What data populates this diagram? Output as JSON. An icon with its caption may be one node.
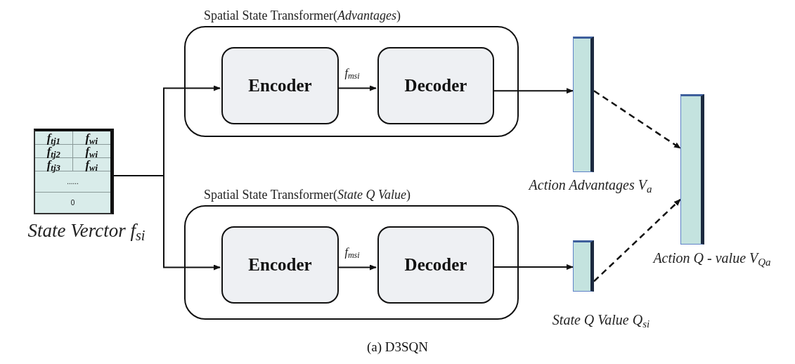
{
  "diagram": {
    "caption": "(a) D3SQN",
    "nodes": [
      {
        "text": [
          "f$_{tj1}$",
          "f$_{wi}$",
          "f$_{tj2}$",
          "f$_{wi}$",
          "f$_{tj3}$",
          "f$_{wi}$",
          "......",
          "0"
        ],
        "beside": [
          "State Verctor f$_{si}$"
        ]
      },
      {
        "text": [
          "Spatial State Transformer(*Advantages*)"
        ]
      },
      {
        "text": [
          "Encoder"
        ],
        "in": 1
      },
      {
        "text": [
          "Decoder"
        ],
        "in": 1
      },
      {
        "text": [
          "Spatial State Transformer(*State Q Value*)"
        ]
      },
      {
        "text": [
          "Encoder"
        ],
        "in": 4
      },
      {
        "text": [
          "Decoder"
        ],
        "in": 4
      },
      {
        "text": [],
        "shape": "bar",
        "beside": [
          "Action Advantages V$_{a}$"
        ]
      },
      {
        "text": [],
        "shape": "bar",
        "beside": [
          "State Q Value Q$_{si}$"
        ]
      },
      {
        "text": [],
        "shape": "bar",
        "beside": [
          "Action Q - value V$_{Qa}$"
        ]
      }
    ],
    "edges": [
      {
        "from": 0,
        "to": 2,
        "arrow": "to"
      },
      {
        "from": 0,
        "to": 5,
        "arrow": "to"
      },
      {
        "from": 2,
        "to": 3,
        "arrow": "to",
        "label": "f$_{msi}$"
      },
      {
        "from": 5,
        "to": 6,
        "arrow": "to",
        "label": "f$_{msi}$"
      },
      {
        "from": 3,
        "to": 7,
        "arrow": "to"
      },
      {
        "from": 6,
        "to": 8,
        "arrow": "to"
      },
      {
        "from": 7,
        "to": 9,
        "arrow": "to",
        "style": "dashed"
      },
      {
        "from": 8,
        "to": 9,
        "arrow": "to",
        "style": "dashed"
      }
    ]
  }
}
